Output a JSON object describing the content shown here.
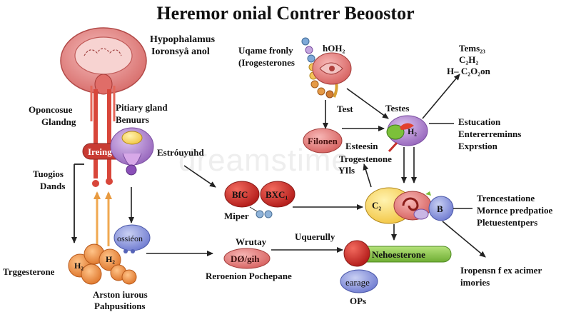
{
  "title": "Heremor onial Contrer Beoostor",
  "watermark": "dreamstime",
  "colors": {
    "brain": "#e38a8a",
    "stalk": "#d8463a",
    "gland_purple": "#b58ad0",
    "arrow_dark": "#222222",
    "arrow_orange": "#f0a850",
    "adrenal_orange": "#e98a45",
    "hormone_green": "#8cc84b",
    "blob_red": "#cf3a38"
  },
  "labels": {
    "hypothalamus": [
      "Hypophalamus",
      "Ioronsyâ anol"
    ],
    "opon": [
      "Oponcosue",
      "Glandng"
    ],
    "pituitary": [
      "Pitiary gland",
      "Benuurs"
    ],
    "ireing": "Ireing",
    "estr": "Estróuyuhd",
    "tuogios": [
      "Tuogios",
      "Dands"
    ],
    "trgg": "Trggesterone",
    "adrenal_h2_left": "H₂",
    "adrenal_h2_right": "H₂",
    "adrenal_caption": [
      "Arston iurous",
      "Pahpusitions"
    ],
    "ossieon": "ossiéon",
    "bfc": "BfC",
    "bxc": "BXC₁",
    "miper": "Miper",
    "uqame": [
      "Uqame fronly",
      "(Irogesterones"
    ],
    "hoh": "hOH₂",
    "test": "Test",
    "tems": [
      "Tems₂₃",
      "C₂H₂",
      "H– C₂O₂on"
    ],
    "testes": "Testes",
    "testes_h2": "H₂",
    "estuc": [
      "Estucation",
      "Entererreminns",
      "Exprstion"
    ],
    "filonen": "Filonen",
    "esteesin": [
      "Esteesin",
      "Trogestenone",
      "YIls"
    ],
    "c2": "C₂",
    "b": "B",
    "trenc": [
      "Trencestatione",
      "Mornce predpatioe",
      "Pletuestentpers"
    ],
    "wrutay": "Wrutay",
    "dogih": "DØ/gih",
    "reroenion": "Reroenion Pochepane",
    "uquerully": "Uquerully",
    "nehoest": "Nehoesterone",
    "iropensn": [
      "Iropensn f ex acimer",
      "imories"
    ],
    "earage": "earage",
    "ops": "OPs"
  }
}
